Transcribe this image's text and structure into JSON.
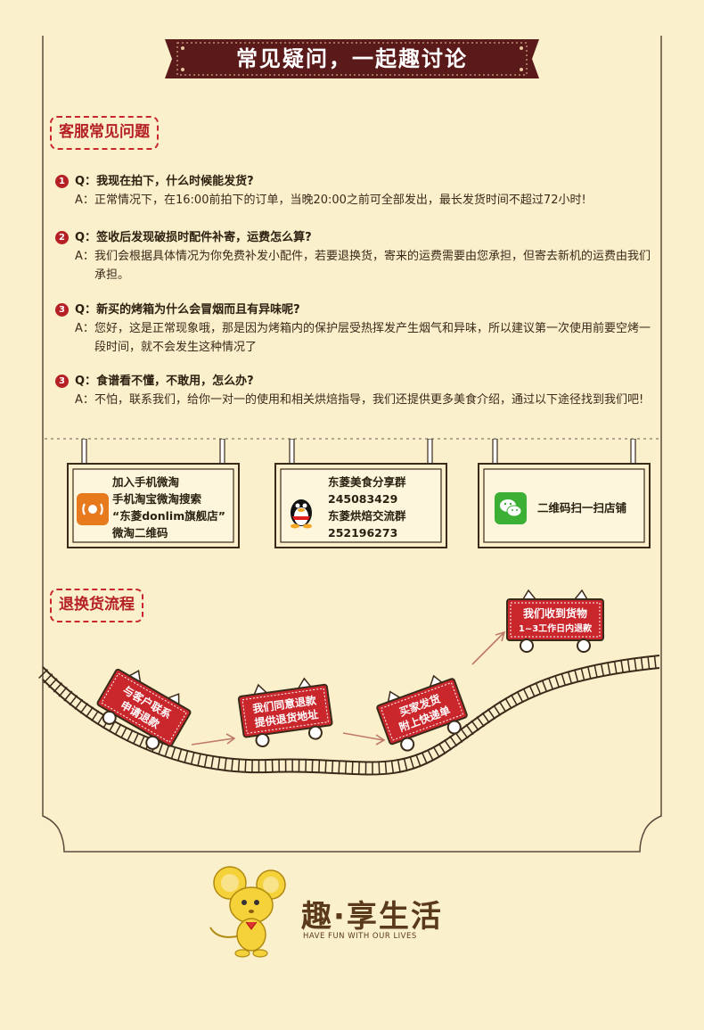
{
  "header": {
    "title": "常见疑问，一起趣讨论"
  },
  "sections": {
    "faq_tag": "客服常见问题",
    "return_tag": "退换货流程"
  },
  "faq": [
    {
      "num": "1",
      "q_label": "Q：",
      "question": "我现在拍下，什么时候能发货?",
      "a_label": "A：",
      "answer": "正常情况下，在16:00前拍下的订单，当晚20:00之前可全部发出，最长发货时间不超过72小时!"
    },
    {
      "num": "2",
      "q_label": "Q：",
      "question": "签收后发现破损时配件补寄，运费怎么算?",
      "a_label": "A：",
      "answer": "我们会根据具体情况为你免费补发小配件，若要退换货，寄来的运费需要由您承担，但寄去新机的运费由我们承担。"
    },
    {
      "num": "3",
      "q_label": "Q：",
      "question": "新买的烤箱为什么会冒烟而且有异味呢?",
      "a_label": "A：",
      "answer": "您好，这是正常现象哦，那是因为烤箱内的保护层受热挥发产生烟气和异味，所以建议第一次使用前要空烤一段时间，就不会发生这种情况了"
    },
    {
      "num": "3",
      "q_label": "Q：",
      "question": "食谱看不懂，不敢用，怎么办?",
      "a_label": "A：",
      "answer": "不怕，联系我们，给你一对一的使用和相关烘焙指导，我们还提供更多美食介绍，通过以下途径找到我们吧!"
    }
  ],
  "signs": {
    "taobao": {
      "icon": "taobao-weitao-icon",
      "lines": [
        "加入手机微淘",
        "手机淘宝微淘搜索",
        "“东菱donlim旗舰店”",
        "微淘二维码"
      ]
    },
    "qq": {
      "icon": "qq-penguin-icon",
      "lines": [
        "东菱美食分享群",
        "245083429",
        "东菱烘焙交流群",
        "252196273"
      ]
    },
    "wechat": {
      "icon": "wechat-icon",
      "lines": [
        "二维码扫一扫店铺"
      ]
    }
  },
  "return_flow": {
    "steps": [
      {
        "line1": "与客户联系",
        "line2": "申请退款"
      },
      {
        "line1": "我们同意退款",
        "line2": "提供退货地址"
      },
      {
        "line1": "买家发货",
        "line2": "附上快递单"
      },
      {
        "line1": "我们收到货物",
        "line2": "1~3工作日内退款"
      }
    ]
  },
  "footer": {
    "logo_cn": "趣·享生活",
    "logo_en": "HAVE FUN WITH OUR LIVES"
  },
  "colors": {
    "background": "#fbf0cc",
    "banner": "#5b1a1a",
    "accent_red": "#b52024",
    "cart_red": "#c9272c",
    "text": "#3a2a1a"
  }
}
